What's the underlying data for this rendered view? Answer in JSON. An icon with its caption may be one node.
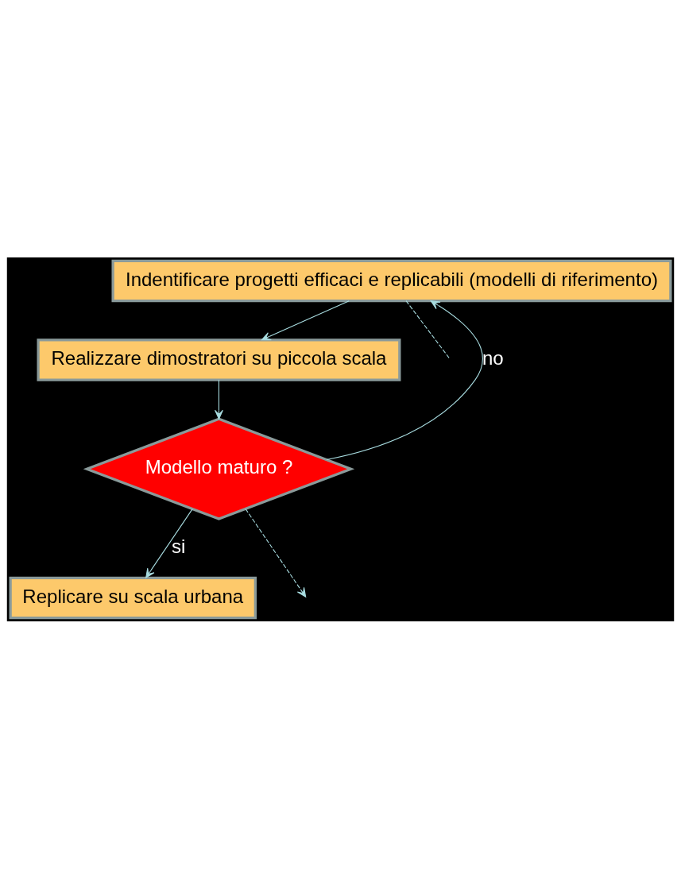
{
  "diagram": {
    "nodes": [
      {
        "text": [
          "Indentificare progetti efficaci e replicabili (modelli di riferimento)"
        ]
      },
      {
        "text": [
          "Realizzare dimostratori su piccola scala"
        ]
      },
      {
        "text": [
          "Modello maturo ?"
        ]
      },
      {
        "text": [
          "Replicare su scala urbana"
        ]
      }
    ],
    "edges": [
      {
        "from": 0,
        "to": 1,
        "arrow": "to"
      },
      {
        "from": 1,
        "to": 2,
        "arrow": "to"
      },
      {
        "from": 2,
        "to": 3,
        "arrow": "to",
        "label": "si"
      },
      {
        "from": 2,
        "to": 0,
        "arrow": "to",
        "label": "no"
      },
      {
        "from": 0,
        "to": null,
        "arrow": "none",
        "style": "dashed"
      },
      {
        "from": 2,
        "to": null,
        "arrow": "to",
        "style": "dashed"
      }
    ]
  }
}
